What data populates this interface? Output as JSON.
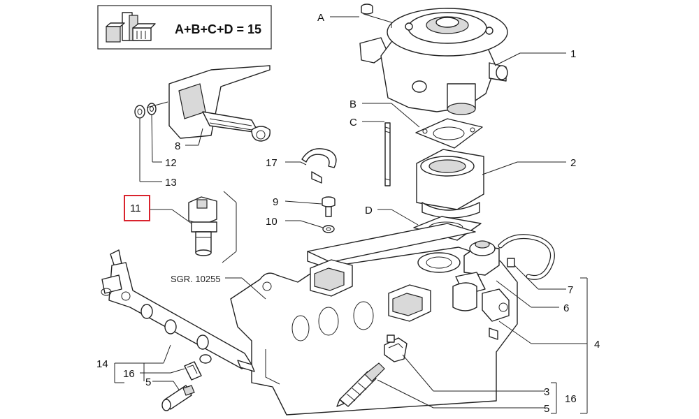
{
  "equation": "A+B+C+D = 15",
  "sgr_ref": "SGR. 10255",
  "callouts": {
    "A": "A",
    "B": "B",
    "C": "C",
    "D": "D",
    "n1": "1",
    "n2": "2",
    "n3": "3",
    "n4": "4",
    "n5a": "5",
    "n5b": "5",
    "n6": "6",
    "n7": "7",
    "n8": "8",
    "n9": "9",
    "n10": "10",
    "n11": "11",
    "n12": "12",
    "n13": "13",
    "n14": "14",
    "n16a": "16",
    "n16b": "16",
    "n17": "17"
  },
  "highlight_color": "#d9232d"
}
